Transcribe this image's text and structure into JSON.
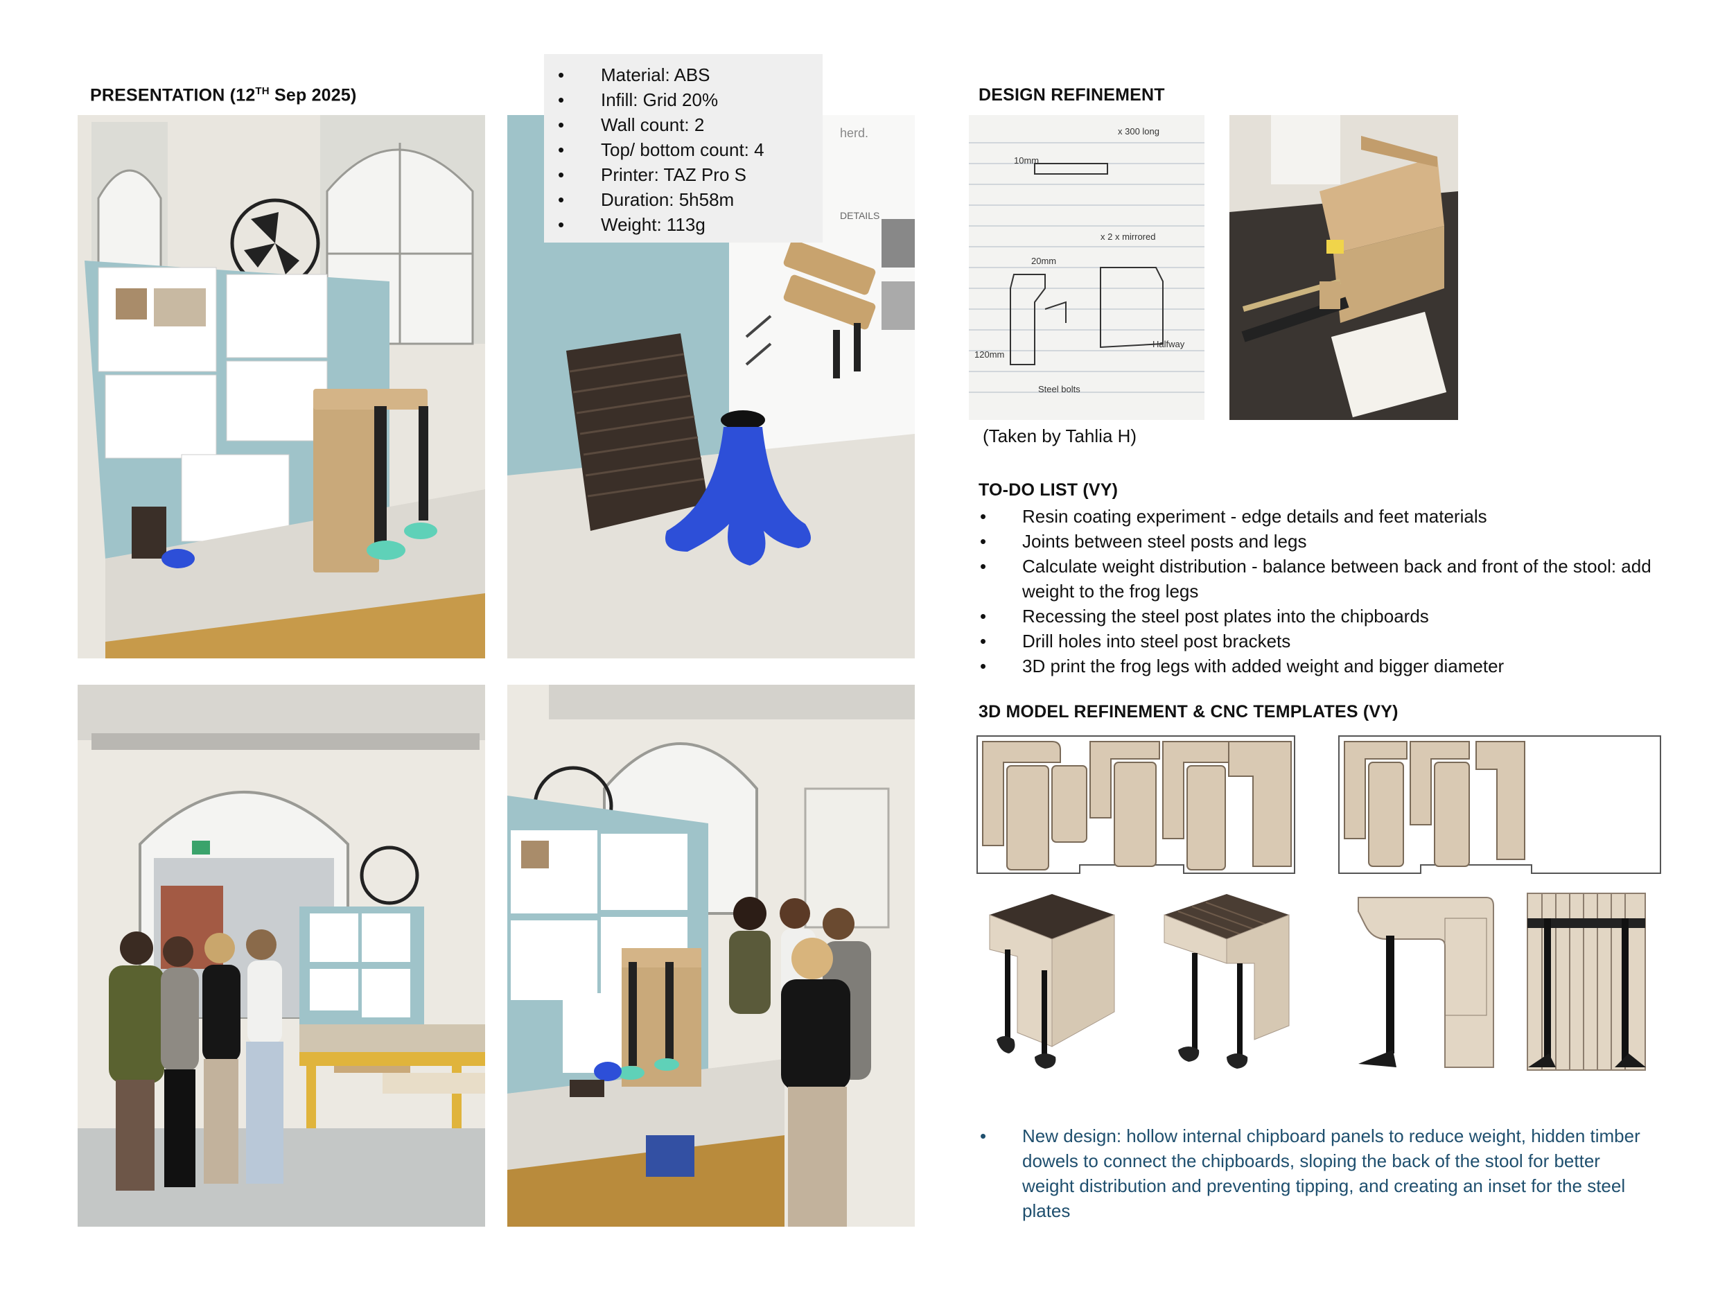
{
  "presentation": {
    "heading": "PRESENTATION (12",
    "heading_sup": "TH",
    "heading_rest": " Sep 2025)"
  },
  "specs": [
    "Material: ABS",
    "Infill: Grid 20%",
    "Wall count: 2",
    "Top/ bottom count: 4",
    "Printer: TAZ Pro S",
    "Duration: 5h58m",
    "Weight: 113g"
  ],
  "design_refinement": {
    "heading": "DESIGN REFINEMENT",
    "caption": "(Taken by Tahlia H)",
    "sketch_notes": [
      "x 300 long",
      "10mm",
      "Halfway",
      "x 2 x mirrored",
      "Steel bolts",
      "120mm",
      "20mm"
    ]
  },
  "todo": {
    "heading": "TO-DO LIST (VY)",
    "items": [
      "Resin coating experiment - edge details and feet materials",
      "Joints between steel posts and legs",
      "Calculate weight distribution - balance between back and front of the stool: add weight to the frog legs",
      "Recessing the steel post plates into the chipboards",
      "Drill holes into steel post brackets",
      "3D print the frog legs with added weight and bigger diameter"
    ]
  },
  "model": {
    "heading": "3D MODEL REFINEMENT & CNC TEMPLATES (VY)",
    "note": "New design: hollow internal chipboard panels to reduce weight, hidden timber dowels to connect the chipboards, sloping the back of the stool for better weight distribution and preventing tipping, and creating an inset for the steel plates"
  },
  "poster_text": {
    "brand": "herd.",
    "details": "DETAILS"
  },
  "colors": {
    "board_blue": "#9fc3c9",
    "chipboard": "#c9a97a",
    "blue_print": "#2d4fd8",
    "mint_print": "#5fd1b8",
    "note_blue": "#1f4f6e"
  }
}
